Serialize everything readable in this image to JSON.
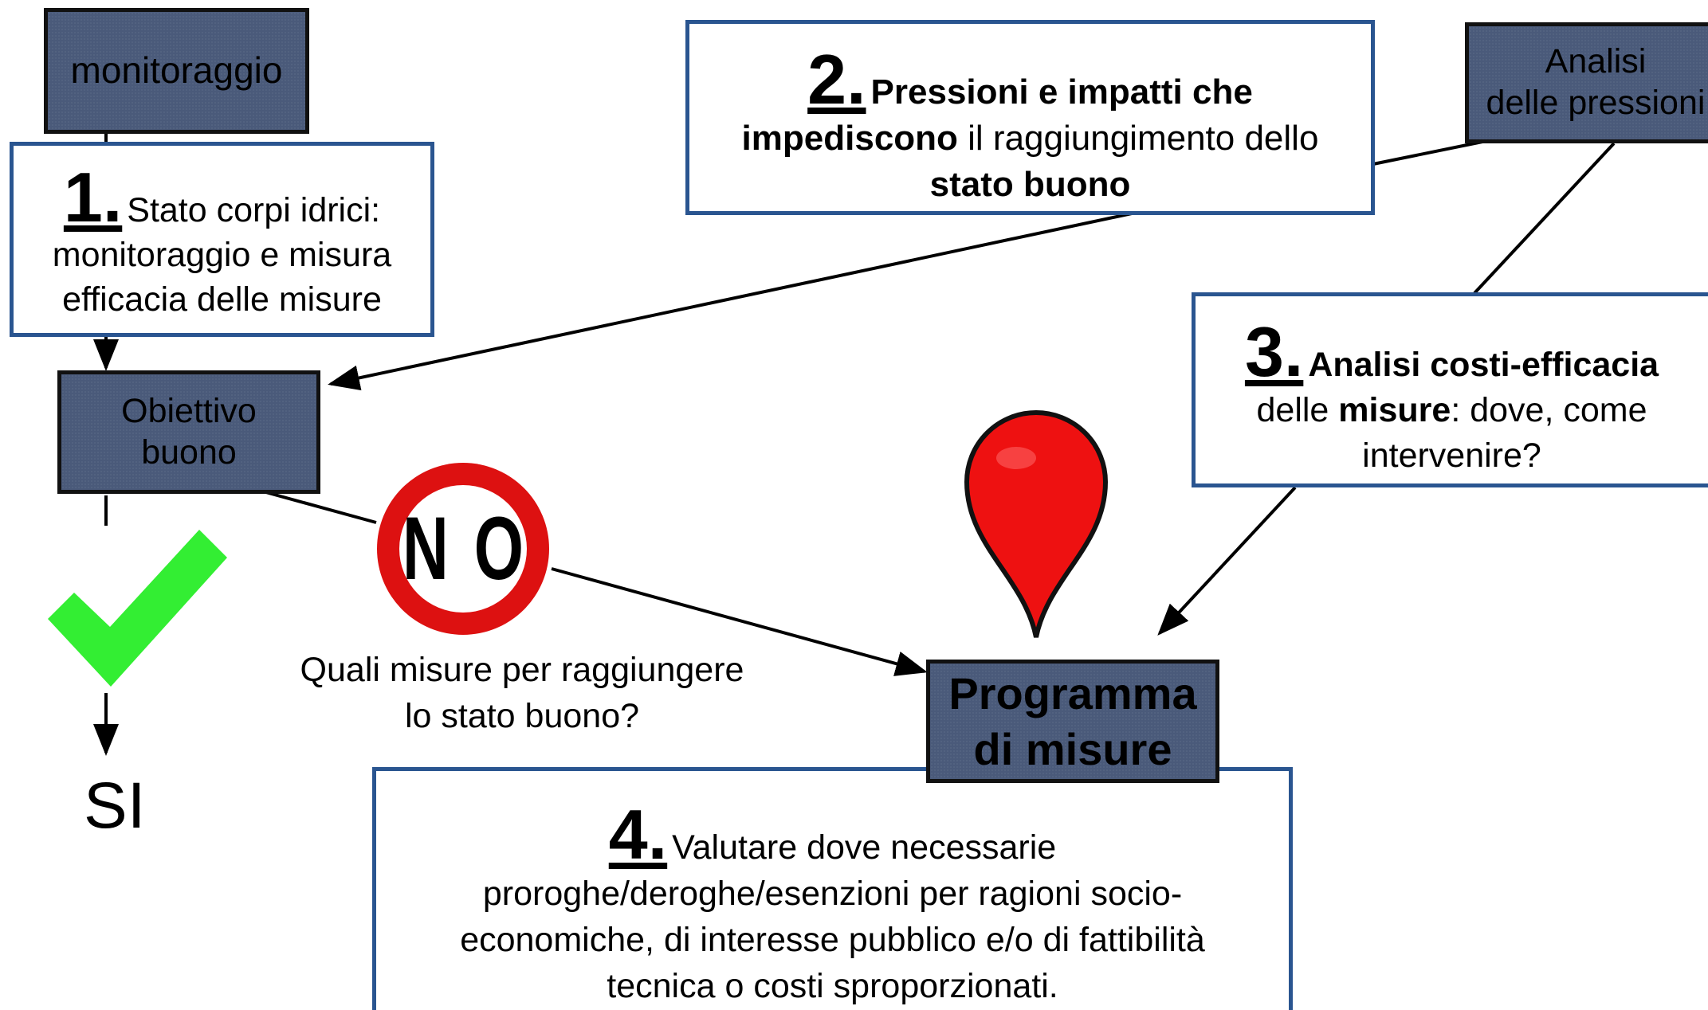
{
  "nodes": {
    "monitoraggio": "monitoraggio",
    "obiettivo_line1": "Obiettivo",
    "obiettivo_line2": "buono",
    "analisi_line1": "Analisi",
    "analisi_line2": "delle pressioni",
    "programma_line1": "Programma",
    "programma_line2": "di misure",
    "si": "SI"
  },
  "box1": {
    "number": "1.",
    "line1": "Stato corpi idrici:",
    "line2": "monitoraggio e misura",
    "line3": "efficacia delle misure"
  },
  "box2": {
    "number": "2.",
    "bold1": "Pressioni e impatti che",
    "bold2": "impediscono",
    "text2": " il raggiungimento dello",
    "bold3": "stato buono"
  },
  "box3": {
    "number": "3.",
    "bold1": "Analisi costi-efficacia",
    "text_a": "delle ",
    "bold2": "misure",
    "text_b": ": dove, come",
    "text_c": "intervenire?"
  },
  "box4": {
    "number": "4.",
    "line1": "Valutare dove necessarie",
    "line2": "proroghe/deroghe/esenzioni per ragioni socio-",
    "line3": "economiche, di interesse pubblico e/o di fattibilità",
    "line4": "tecnica o costi sproporzionati."
  },
  "question": {
    "line1": "Quali misure per raggiungere",
    "line2": "lo stato buono?"
  },
  "no_sign": "NO",
  "icons": [
    "checkmark-icon",
    "no-sign-icon",
    "map-pin-icon"
  ],
  "colors": {
    "dark_box": "#4a5a7a",
    "box_border": "#2a5590",
    "check": "#33ee33",
    "no_ring": "#dd1111",
    "pin": "#ee1111"
  }
}
